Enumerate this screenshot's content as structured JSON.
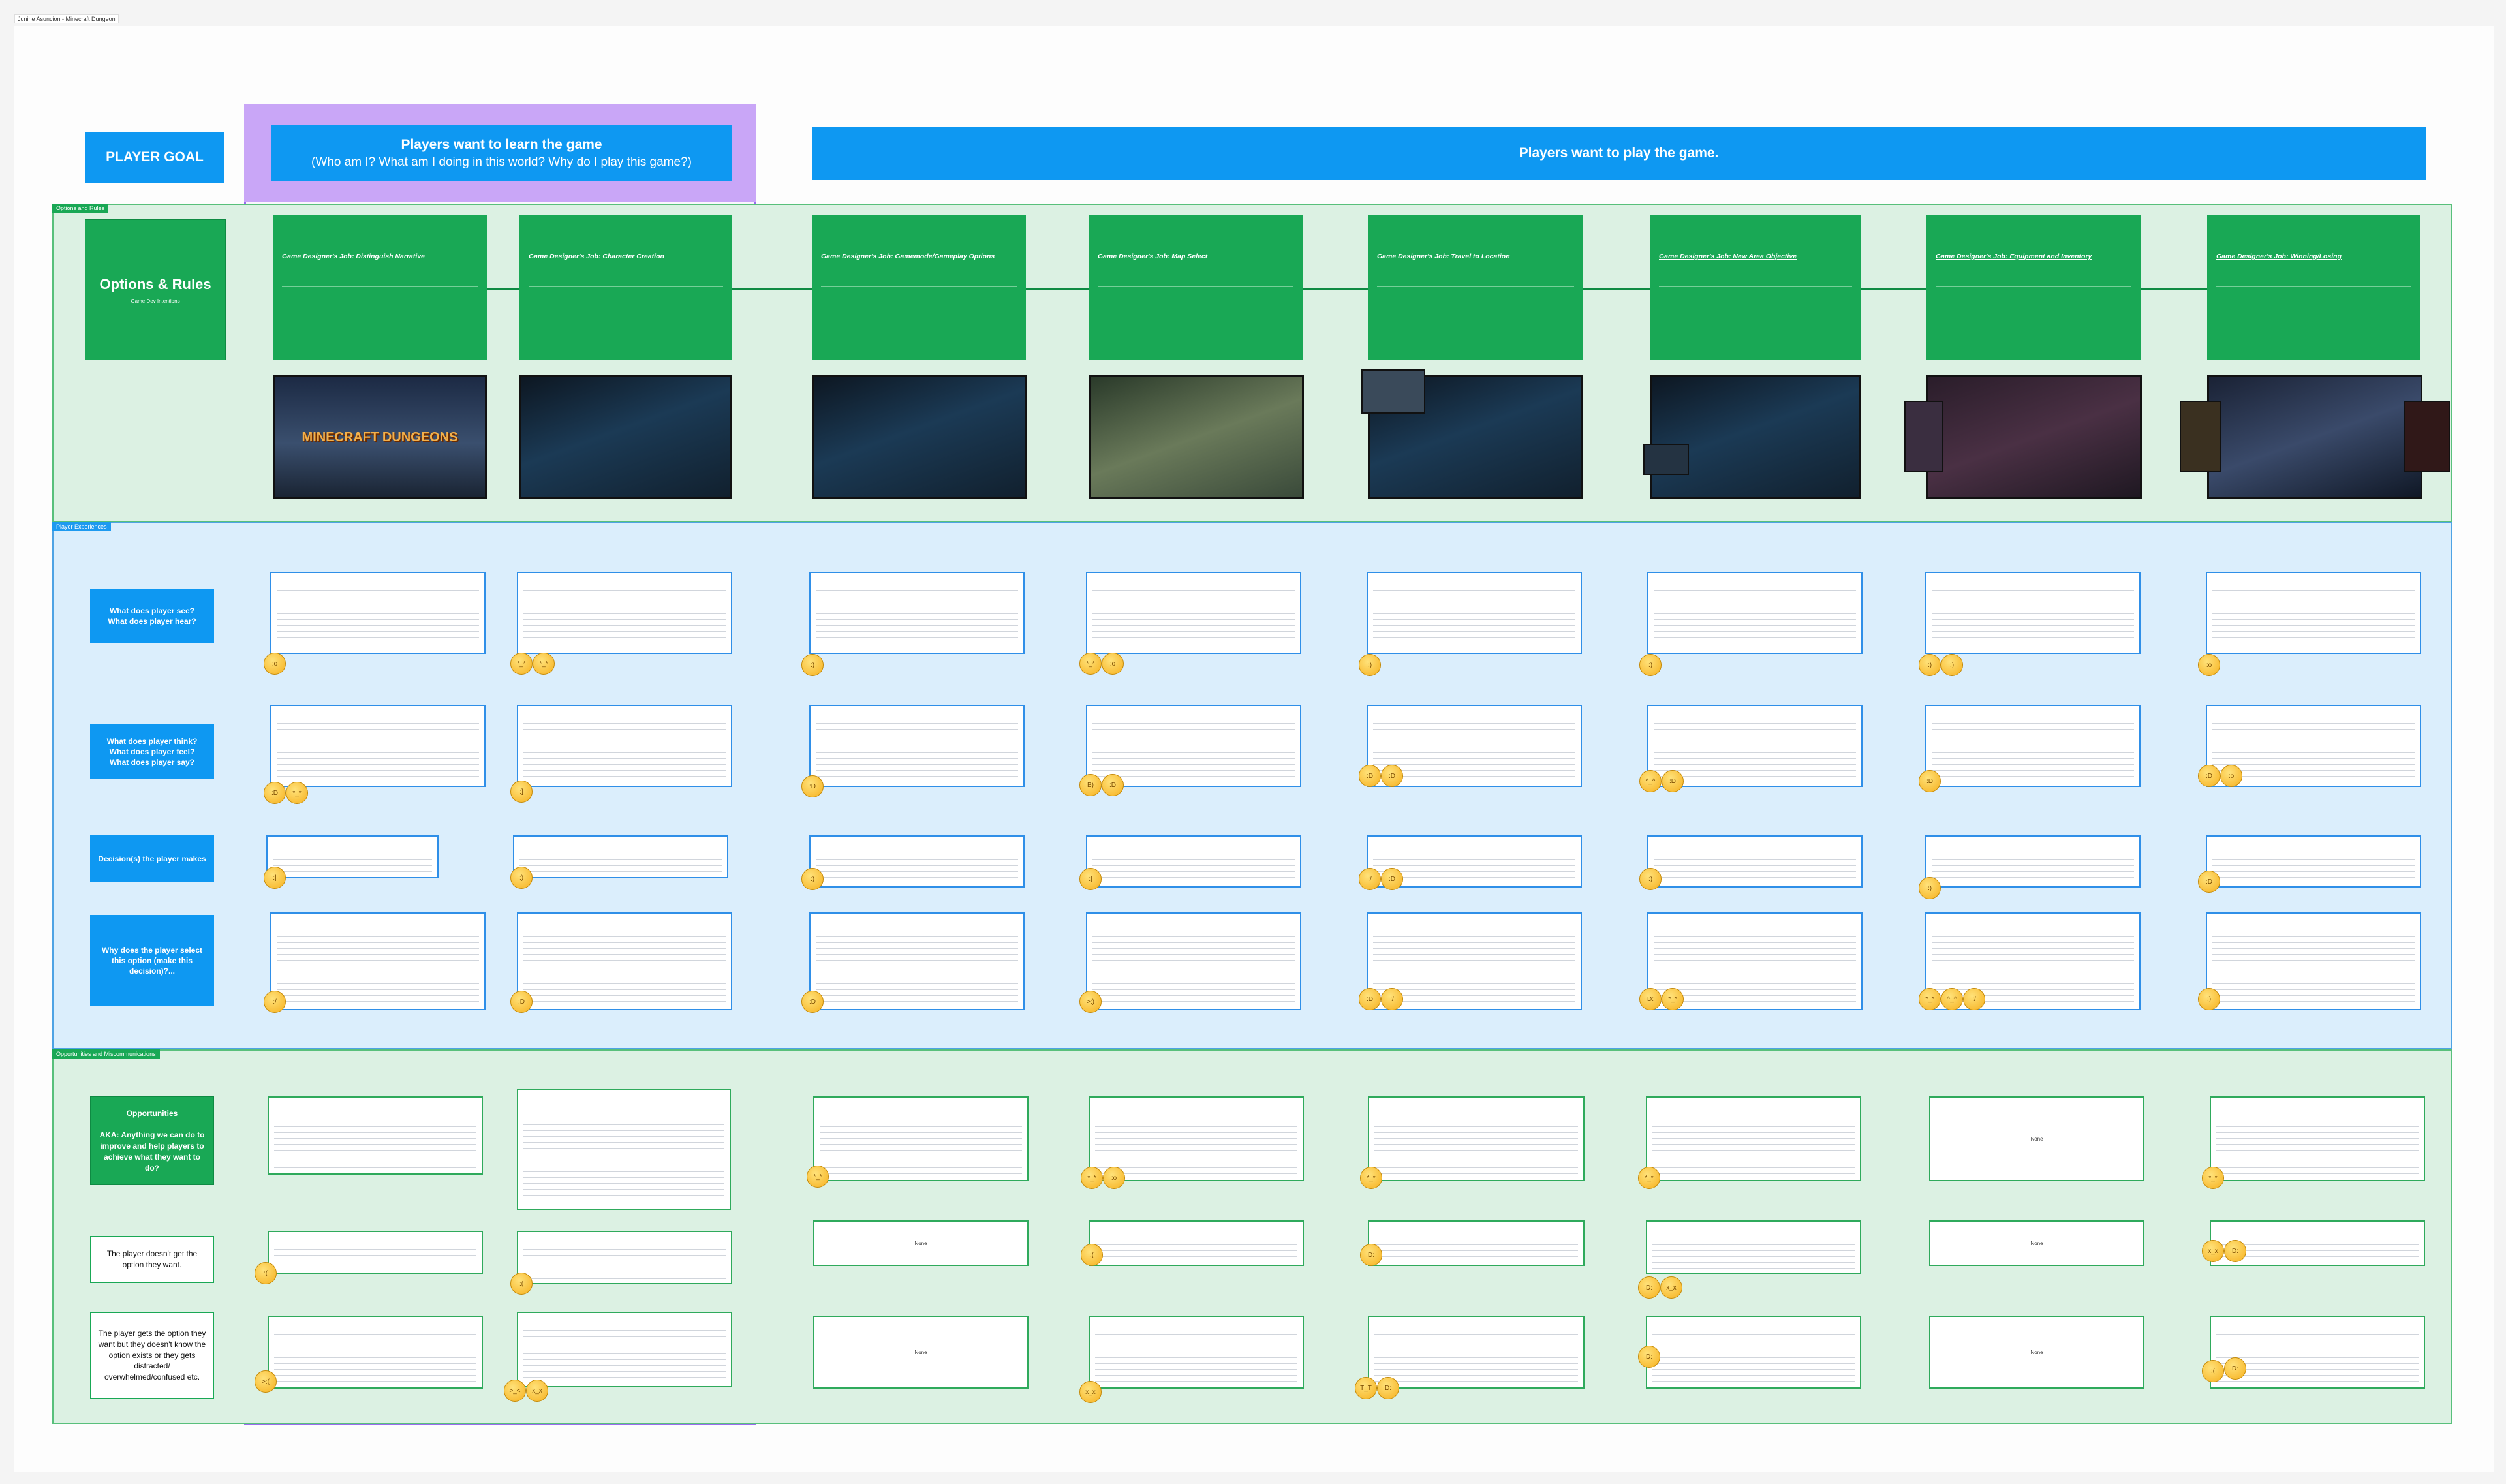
{
  "frame_label": "Junine Asuncion - Minecraft Dungeon",
  "sections": {
    "options_rules_tag": "Options and Rules",
    "player_experiences_tag": "Player Experiences",
    "opportunities_tag": "Opportunities and Miscommunications"
  },
  "header": {
    "player_goal": "PLAYER GOAL",
    "learn_goal_line1": "Players want to learn the game",
    "learn_goal_line2": "(Who am I? What am I doing in this world? Why do I play this game?)",
    "play_goal": "Players want to play the game."
  },
  "options_rules": {
    "title": "Options & Rules",
    "subtitle": "Game Dev Intentions"
  },
  "jobs": [
    "Game Designer's Job: Distinguish Narrative",
    "Game Designer's Job: Character Creation",
    "Game Designer's Job: Gamemode/Gameplay Options",
    "Game Designer's Job: Map Select",
    "Game Designer's Job: Travel to Location",
    "Game Designer's Job: New Area Objective",
    "Game Designer's Job: Equipment and Inventory",
    "Game Designer's Job: Winning/Losing"
  ],
  "screenshots": {
    "title_logo": "MINECRAFT DUNGEONS"
  },
  "experience_rows": [
    "What does player see?\nWhat does player hear?",
    "What does player think?\nWhat does player feel?\nWhat does player say?",
    "Decision(s) the player makes",
    "Why does the player select this option (make this decision)?..."
  ],
  "opportunity_rows": {
    "opportunities": "Opportunities\n\nAKA: Anything we can do to improve and help players to achieve what they want to do?",
    "doesnt_get": "The player doesn't get the option they want.",
    "gets_but": "The player gets the option they want but they doesn't know the option exists or they gets distracted/ overwhelmed/confused etc."
  },
  "none_label": "None"
}
